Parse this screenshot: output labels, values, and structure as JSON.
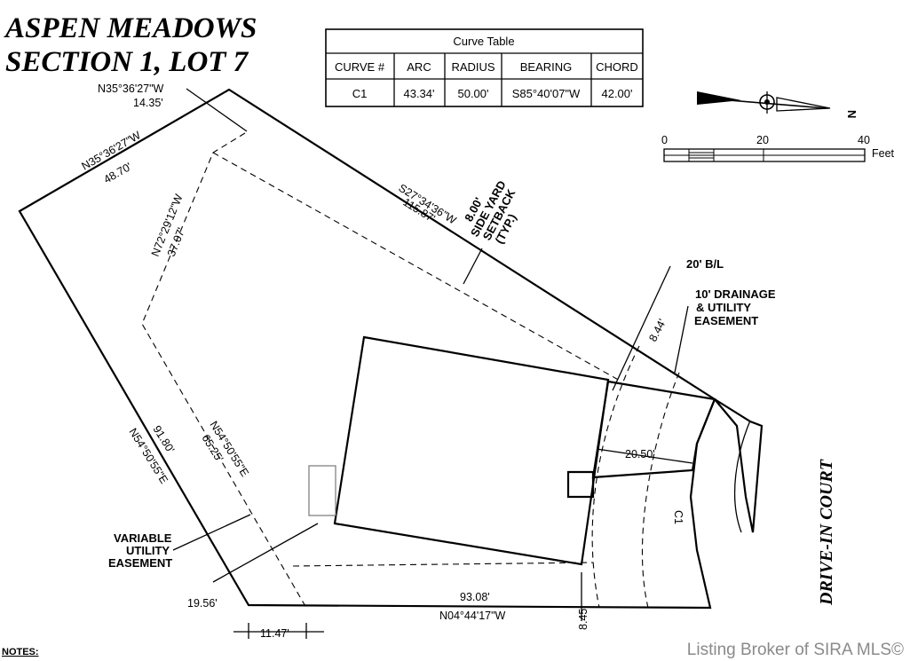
{
  "title": {
    "line1": "ASPEN MEADOWS",
    "line2": "SECTION 1, LOT 7"
  },
  "curve_table": {
    "caption": "Curve Table",
    "headers": [
      "CURVE #",
      "ARC",
      "RADIUS",
      "BEARING",
      "CHORD"
    ],
    "rows": [
      [
        "C1",
        "43.34'",
        "50.00'",
        "S85°40'07\"W",
        "42.00'"
      ]
    ]
  },
  "north_arrow": {
    "label": "N"
  },
  "scale_bar": {
    "ticks": [
      "0",
      "20",
      "40"
    ],
    "unit": "Feet"
  },
  "boundary_labels": {
    "nw1_bearing": "N35°36'27\"W",
    "nw1_dist": "14.35'",
    "nw2_bearing": "N35°36'27\"W",
    "nw2_dist": "48.70'",
    "ne_bearing": "S27°34'36\"W",
    "ne_dist": "115.87'",
    "sw_dist": "91.80'",
    "sw_bearing": "N54°50'55\"E",
    "s_dist": "93.08'",
    "s_bearing": "N04°44'17\"W"
  },
  "setback_labels": {
    "inner_n_bearing": "N72°29'12\"W",
    "inner_n_dist": "37.07'",
    "inner_w_bearing": "N54°50'55\"E",
    "inner_w_dist": "65.25'"
  },
  "notes_labels": {
    "side_yard_l1": "8.00'",
    "side_yard_l2": "SIDE YARD",
    "side_yard_l3": "SETBACK",
    "side_yard_l4": "(TYP.)",
    "building_line": "20' B/L",
    "drainage_l1": "10' DRAINAGE",
    "drainage_l2": "& UTILITY",
    "drainage_l3": "EASEMENT",
    "dim_844": "8.44'",
    "dim_2050": "20.50'",
    "dim_845": "8.45'",
    "dim_1147": "11.47'",
    "dim_1956": "19.56'",
    "variable_l1": "VARIABLE",
    "variable_l2": "UTILITY",
    "variable_l3": "EASEMENT",
    "curve_c1": "C1"
  },
  "street_name": "DRIVE-IN COURT",
  "notes_heading": "NOTES:",
  "watermark": "Listing Broker of SIRA MLS©"
}
